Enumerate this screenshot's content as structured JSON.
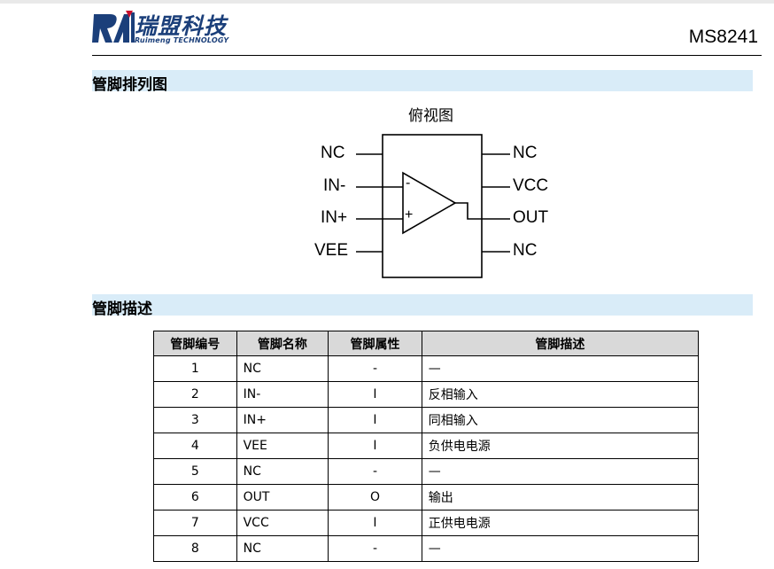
{
  "header": {
    "logo_cn": "瑞盟科技",
    "logo_en": "Ruimeng TECHNOLOGY",
    "part_number": "MS8241"
  },
  "sections": {
    "pinout_title": "管脚排列图",
    "description_title": "管脚描述"
  },
  "diagram": {
    "view_label": "俯视图",
    "left_pins": [
      "NC",
      "IN-",
      "IN+",
      "VEE"
    ],
    "right_pins": [
      "NC",
      "VCC",
      "OUT",
      "NC"
    ],
    "minus_sign": "-",
    "plus_sign": "+"
  },
  "table": {
    "headers": [
      "管脚编号",
      "管脚名称",
      "管脚属性",
      "管脚描述"
    ],
    "rows": [
      [
        "1",
        "NC",
        "-",
        "—"
      ],
      [
        "2",
        "IN-",
        "I",
        "反相输入"
      ],
      [
        "3",
        "IN+",
        "I",
        "同相输入"
      ],
      [
        "4",
        "VEE",
        "I",
        "负供电电源"
      ],
      [
        "5",
        "NC",
        "-",
        "—"
      ],
      [
        "6",
        "OUT",
        "O",
        "输出"
      ],
      [
        "7",
        "VCC",
        "I",
        "正供电电源"
      ],
      [
        "8",
        "NC",
        "-",
        "—"
      ]
    ]
  }
}
